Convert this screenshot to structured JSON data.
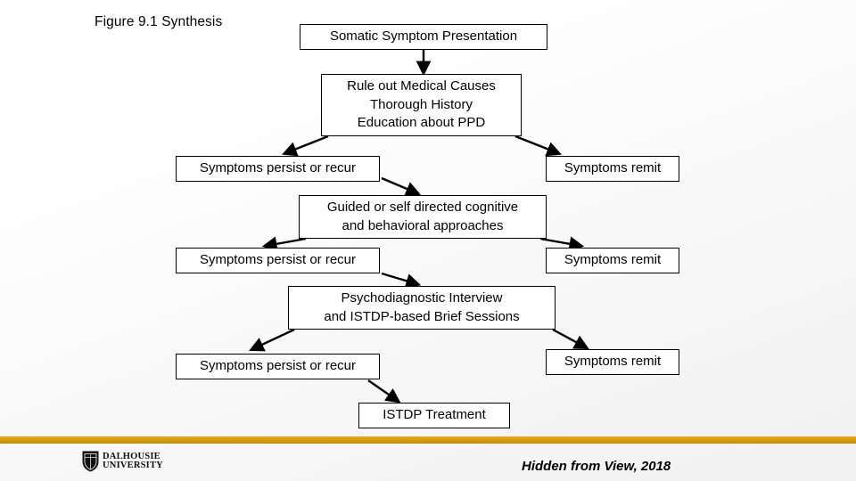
{
  "slide": {
    "title": "Figure 9.1 Synthesis",
    "background_color": "#fbfbfb"
  },
  "diagram": {
    "nodes": [
      {
        "id": "somatic",
        "label": "Somatic Symptom Presentation"
      },
      {
        "id": "ruleout",
        "label": "Rule out Medical Causes\nThorough History\nEducation about PPD"
      },
      {
        "id": "persist1",
        "label": "Symptoms persist or recur"
      },
      {
        "id": "remit1",
        "label": "Symptoms remit"
      },
      {
        "id": "guided",
        "label": "Guided or self directed cognitive\nand behavioral approaches"
      },
      {
        "id": "persist2",
        "label": "Symptoms persist or recur"
      },
      {
        "id": "remit2",
        "label": "Symptoms remit"
      },
      {
        "id": "psycho",
        "label": "Psychodiagnostic Interview\nand ISTDP-based Brief Sessions"
      },
      {
        "id": "persist3",
        "label": "Symptoms persist or recur"
      },
      {
        "id": "remit3",
        "label": "Symptoms remit"
      },
      {
        "id": "istdp",
        "label": "ISTDP Treatment"
      }
    ],
    "edges": [
      {
        "from": "somatic",
        "to": "ruleout"
      },
      {
        "from": "ruleout",
        "to": "persist1"
      },
      {
        "from": "ruleout",
        "to": "remit1"
      },
      {
        "from": "persist1",
        "to": "guided"
      },
      {
        "from": "guided",
        "to": "persist2"
      },
      {
        "from": "guided",
        "to": "remit2"
      },
      {
        "from": "persist2",
        "to": "psycho"
      },
      {
        "from": "psycho",
        "to": "persist3"
      },
      {
        "from": "psycho",
        "to": "remit3"
      },
      {
        "from": "persist3",
        "to": "istdp"
      }
    ],
    "edge_color": "#000000",
    "node_border_color": "#000000",
    "node_fill_color": "#ffffff"
  },
  "footer": {
    "accent_bar_color": "#d39a10",
    "logo": {
      "line1": "DALHOUSIE",
      "line2": "UNIVERSITY"
    },
    "credit": "Hidden from View, 2018"
  }
}
